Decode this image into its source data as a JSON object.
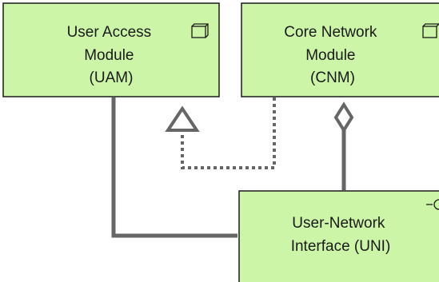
{
  "diagram": {
    "nodes": {
      "uam": {
        "lines": [
          "User Access",
          "Module",
          "(UAM)"
        ],
        "icon": "component-cube-icon",
        "fill": "#ccf5a7"
      },
      "cnm": {
        "lines": [
          "Core Network",
          "Module",
          "(CNM)"
        ],
        "icon": "component-cube-icon",
        "fill": "#ccf5a7"
      },
      "uni": {
        "lines": [
          "User-Network",
          "Interface (UNI)"
        ],
        "icon": "interface-lollipop-icon",
        "fill": "#ccf5a7"
      }
    },
    "relationships": [
      {
        "type": "association",
        "from": "uam",
        "to": "uni"
      },
      {
        "type": "realization",
        "from": "cnm",
        "to": "uam"
      },
      {
        "type": "aggregation",
        "from": "uni",
        "to": "cnm"
      }
    ],
    "colors": {
      "node_fill": "#ccf5a7",
      "node_border": "#1a1a1a",
      "connector": "#666666"
    }
  }
}
